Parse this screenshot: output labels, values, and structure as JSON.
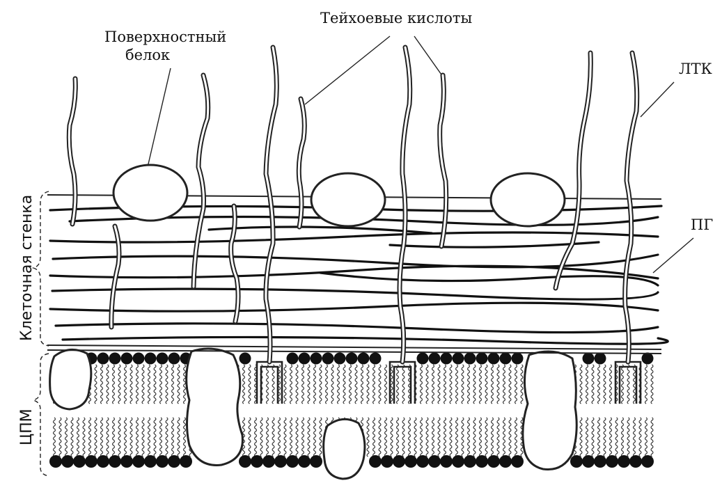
{
  "labels": {
    "surface_protein": "Поверхностный\nбелок",
    "teichoic_acids": "Тейхоевые кислоты",
    "ltk": "ЛТК",
    "pg": "ПГ",
    "cell_wall": "Клеточная стенка",
    "cpm": "ЦПМ"
  }
}
